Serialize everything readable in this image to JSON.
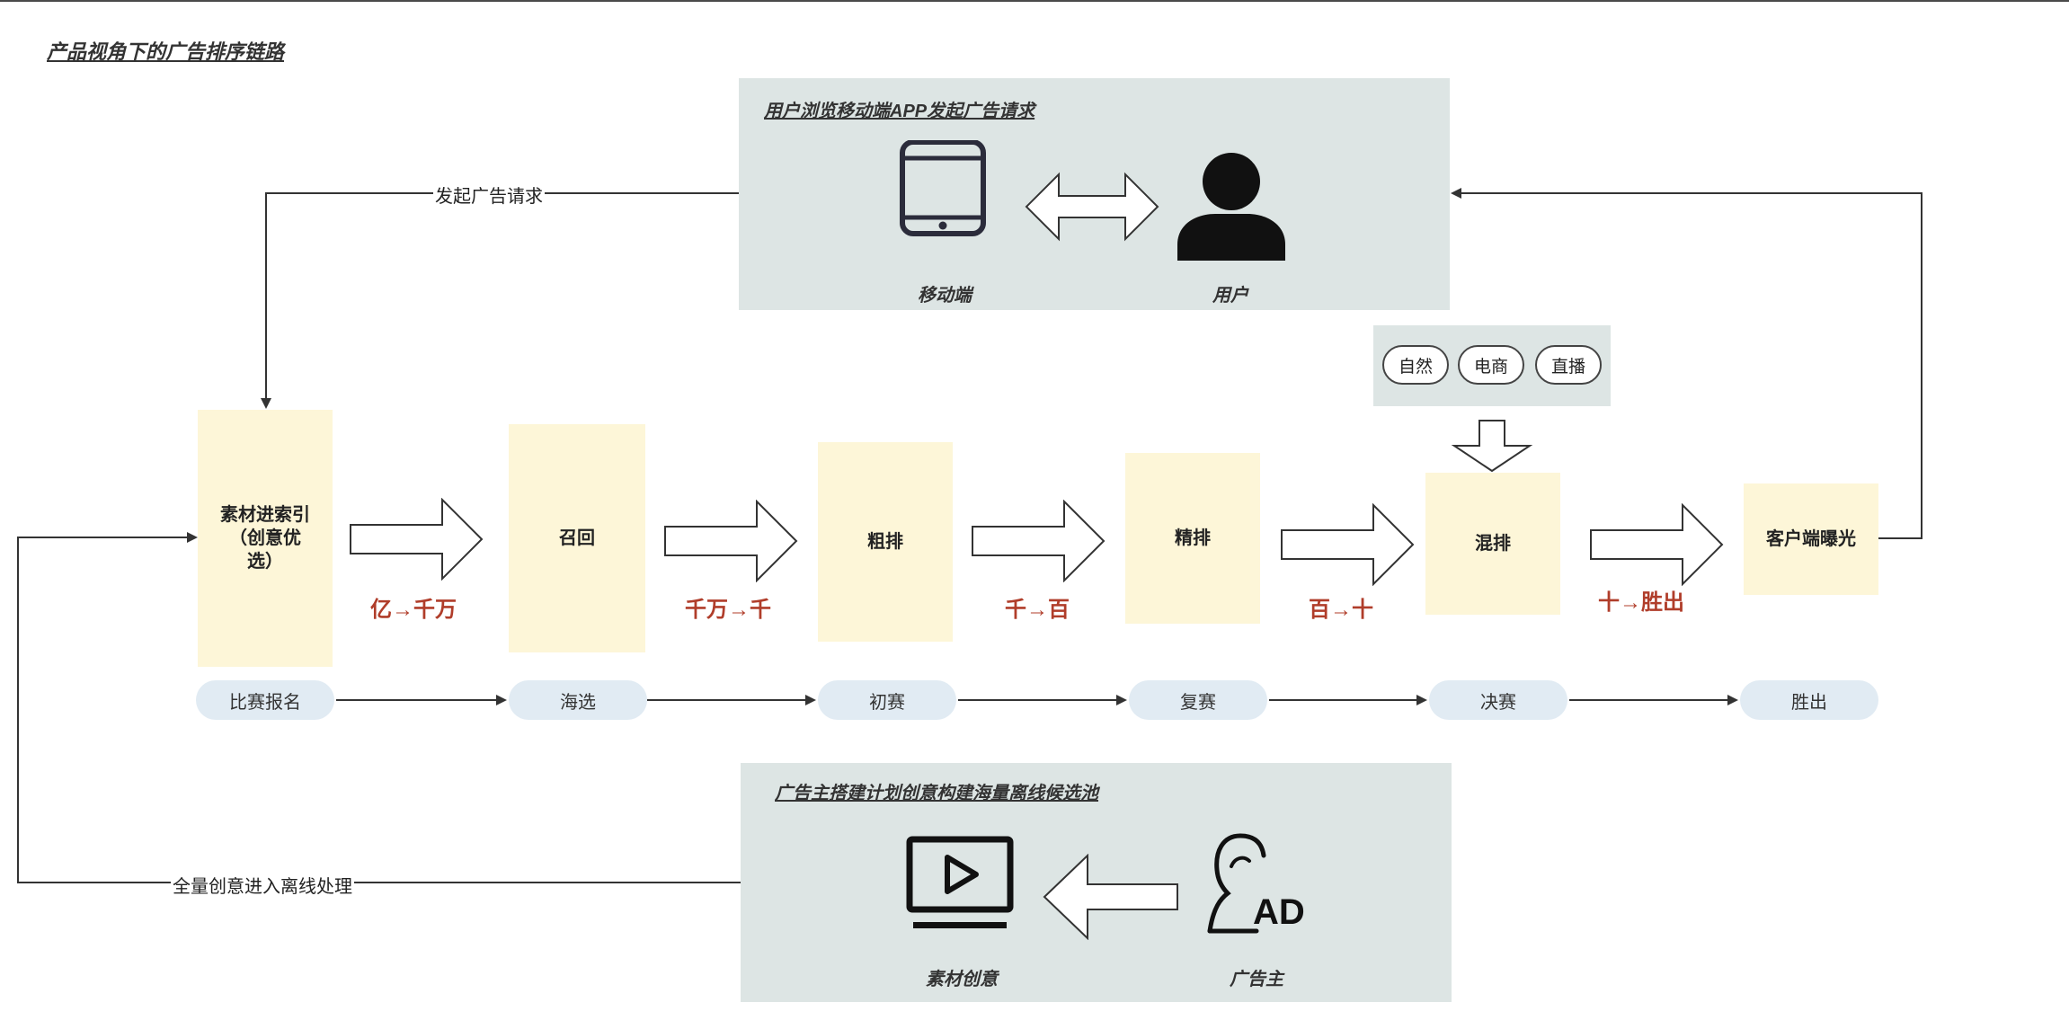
{
  "title": "产品视角下的广告排序链路",
  "top_panel": {
    "title": "用户浏览移动端APP发起广告请求",
    "device_label": "移动端",
    "user_label": "用户"
  },
  "bottom_panel": {
    "title": "广告主搭建计划创意构建海量离线候选池",
    "creative_label": "素材创意",
    "advertiser_label": "广告主",
    "ad_icon_text": "AD"
  },
  "edges": {
    "request_label": "发起广告请求",
    "offline_label": "全量创意进入离线处理"
  },
  "stages": [
    {
      "label": "素材进索引\n（创意优\n选）"
    },
    {
      "label": "召回"
    },
    {
      "label": "粗排"
    },
    {
      "label": "精排"
    },
    {
      "label": "混排"
    },
    {
      "label": "客户端曝光"
    }
  ],
  "ratios": [
    "亿→千万",
    "千万→千",
    "千→百",
    "百→十",
    "十→胜出"
  ],
  "competition": [
    "比赛报名",
    "海选",
    "初赛",
    "复赛",
    "决赛",
    "胜出"
  ],
  "mix_sources": [
    "自然",
    "电商",
    "直播"
  ],
  "colors": {
    "panel_bg": "#dde5e4",
    "stage_bg": "#fdf6d8",
    "pill_bg": "#e1ebf3",
    "ratio_text": "#b03d2a",
    "line": "#333333"
  }
}
